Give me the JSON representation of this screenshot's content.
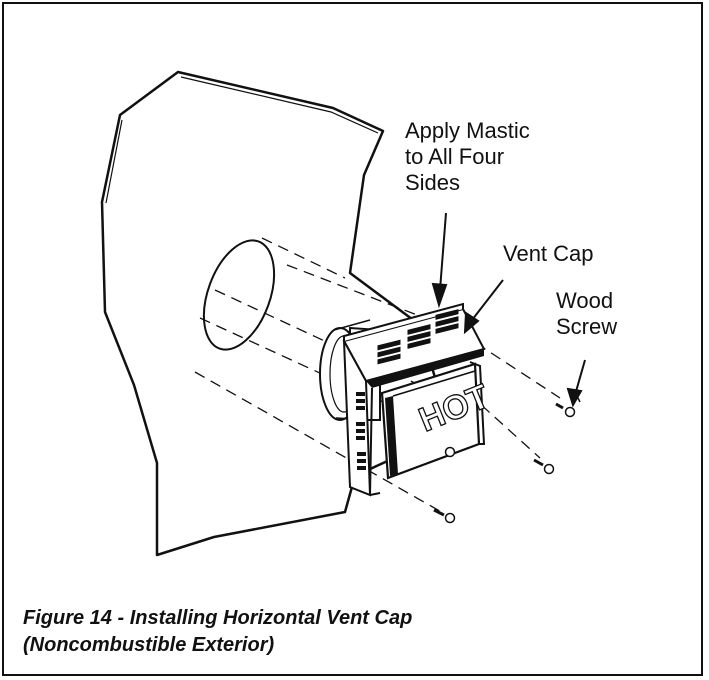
{
  "labels": {
    "mastic": "Apply Mastic\nto All Four\nSides",
    "vent_cap": "Vent Cap",
    "wood_screw": "Wood\nScrew"
  },
  "vent_marking": "HOT",
  "caption": "Figure 14 - Installing Horizontal Vent Cap\n(Noncombustible Exterior)"
}
